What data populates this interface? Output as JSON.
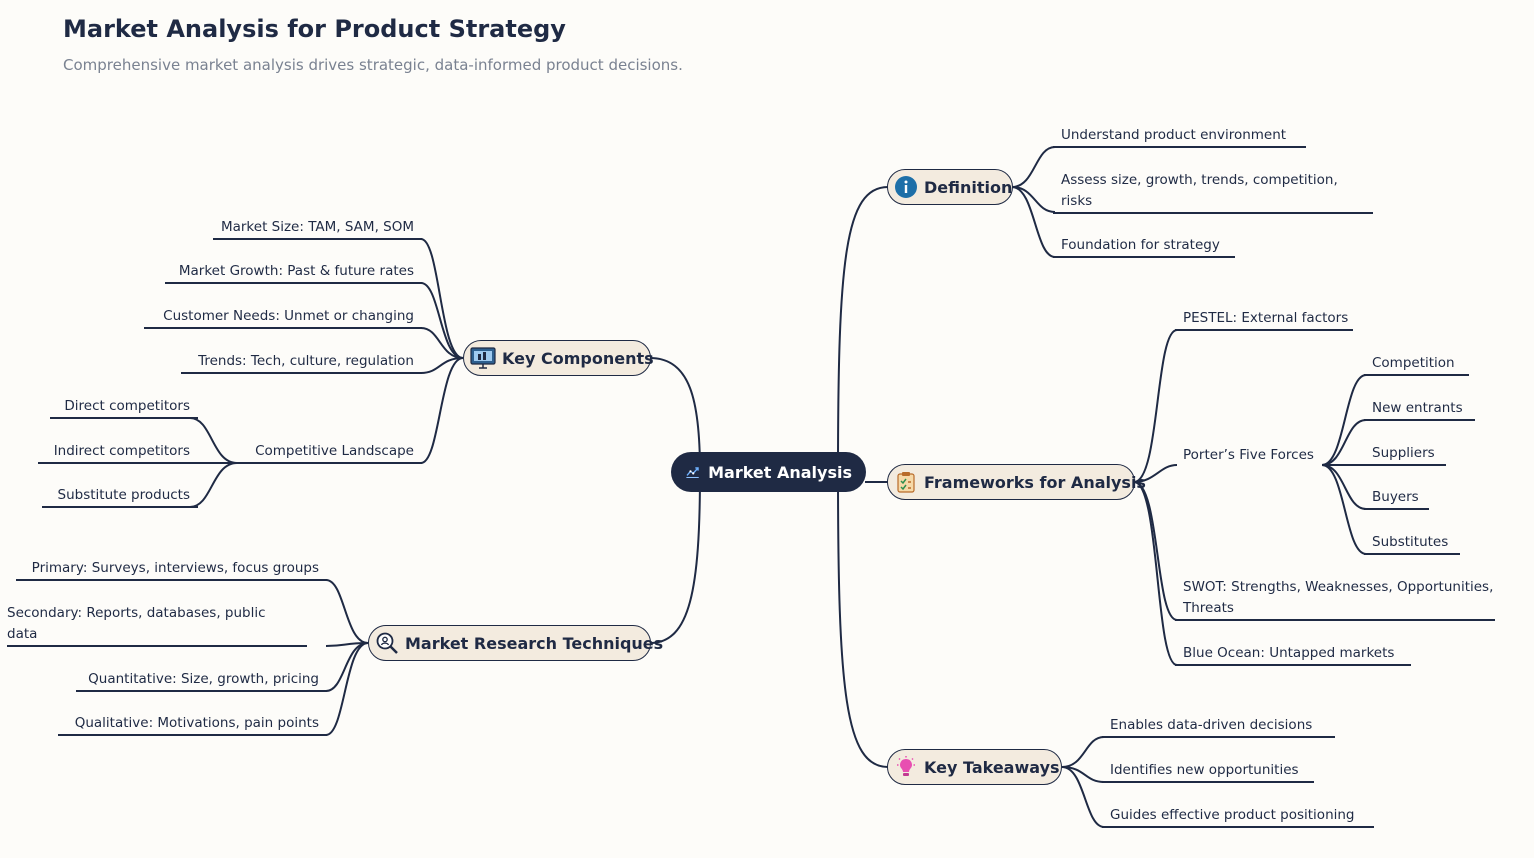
{
  "header": {
    "title": "Market Analysis for Product Strategy",
    "subtitle": "Comprehensive market analysis drives strategic, data-informed product decisions."
  },
  "colors": {
    "line": "#1f2a44",
    "node_fill": "#f3ebdf",
    "center_fill": "#1f2a44",
    "background": "#fdfcf9"
  },
  "center": {
    "label": "Market Analysis",
    "icon": "chart-trend-icon"
  },
  "definition": {
    "label": "Definition",
    "icon": "info-icon",
    "items": [
      "Understand product environment",
      "Assess size, growth, trends, competition, risks",
      "Foundation for strategy"
    ]
  },
  "frameworks": {
    "label": "Frameworks for Analysis",
    "icon": "clipboard-icon",
    "pestel": "PESTEL: External factors",
    "porter": {
      "label": "Porter’s Five Forces",
      "items": [
        "Competition",
        "New entrants",
        "Suppliers",
        "Buyers",
        "Substitutes"
      ]
    },
    "swot": "SWOT: Strengths, Weaknesses, Opportunities, Threats",
    "blue_ocean": "Blue Ocean: Untapped markets"
  },
  "takeaways": {
    "label": "Key Takeaways",
    "icon": "lightbulb-icon",
    "items": [
      "Enables data-driven decisions",
      "Identifies new opportunities",
      "Guides effective product positioning"
    ]
  },
  "components": {
    "label": "Key Components",
    "icon": "monitor-icon",
    "items": [
      "Market Size: TAM, SAM, SOM",
      "Market Growth: Past & future rates",
      "Customer Needs: Unmet or changing",
      "Trends: Tech, culture, regulation"
    ],
    "competitive": {
      "label": "Competitive Landscape",
      "items": [
        "Direct competitors",
        "Indirect competitors",
        "Substitute products"
      ]
    }
  },
  "research": {
    "label": "Market Research Techniques",
    "icon": "magnifier-icon",
    "items": [
      "Primary: Surveys, interviews, focus groups",
      "Secondary: Reports, databases, public data",
      "Quantitative: Size, growth, pricing",
      "Qualitative: Motivations, pain points"
    ]
  }
}
